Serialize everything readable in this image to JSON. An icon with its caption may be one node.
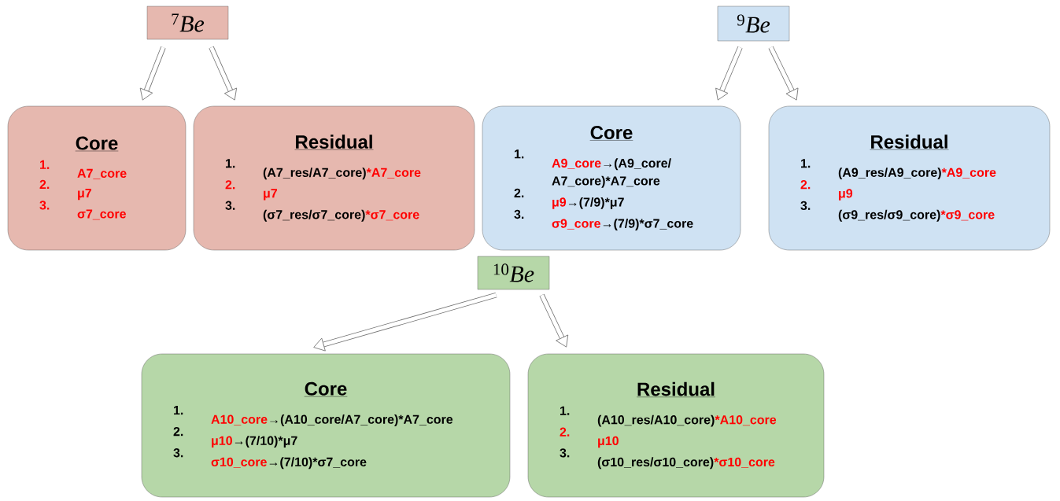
{
  "diagram": {
    "nodes": [
      {
        "text": [
          "$^{7}$*Be*"
        ]
      },
      {
        "text": [
          "Core",
          "**1.**",
          "**A7_core**",
          "**2.**",
          "**μ7**",
          "**3.**",
          "**σ7_core**"
        ]
      },
      {
        "text": [
          "Residual",
          "1.",
          "(A7_res/A7_core)***A7_core**",
          "**2.**",
          "**μ7**",
          "3.",
          "(σ7_res/σ7_core)***σ7_core**"
        ]
      },
      {
        "text": [
          "$^{9}$*Be*"
        ]
      },
      {
        "text": [
          "Core",
          "1.",
          "**A9_core**→(A9_core/A7_core)*A7_core",
          "2.",
          "**μ9**→(7/9)*μ7",
          "3.",
          "**σ9_core**→(7/9)*σ7_core"
        ]
      },
      {
        "text": [
          "Residual",
          "1.",
          "(A9_res/A9_core)***A9_core**",
          "**2.**",
          "**μ9**",
          "3.",
          "(σ9_res/σ9_core)***σ9_core**"
        ]
      },
      {
        "text": [
          "$^{10}$*Be*"
        ]
      },
      {
        "text": [
          "Core",
          "1.",
          "**A10_core**→(A10_core/A7_core)*A7_core",
          "2.",
          "**μ10**→(7/10)*μ7",
          "3.",
          "**σ10_core**→(7/10)*σ7_core"
        ]
      },
      {
        "text": [
          "Residual",
          "1.",
          "(A10_res/A10_core)***A10_core**",
          "**2.**",
          "**μ10**",
          "3.",
          "(σ10_res/σ10_core)***σ10_core**"
        ]
      }
    ],
    "edges": [
      {
        "from": 0,
        "to": 1,
        "arrow": "to"
      },
      {
        "from": 0,
        "to": 2,
        "arrow": "to"
      },
      {
        "from": 3,
        "to": 4,
        "arrow": "to"
      },
      {
        "from": 3,
        "to": 5,
        "arrow": "to"
      },
      {
        "from": 6,
        "to": 7,
        "arrow": "to"
      },
      {
        "from": 6,
        "to": 8,
        "arrow": "to"
      }
    ]
  }
}
